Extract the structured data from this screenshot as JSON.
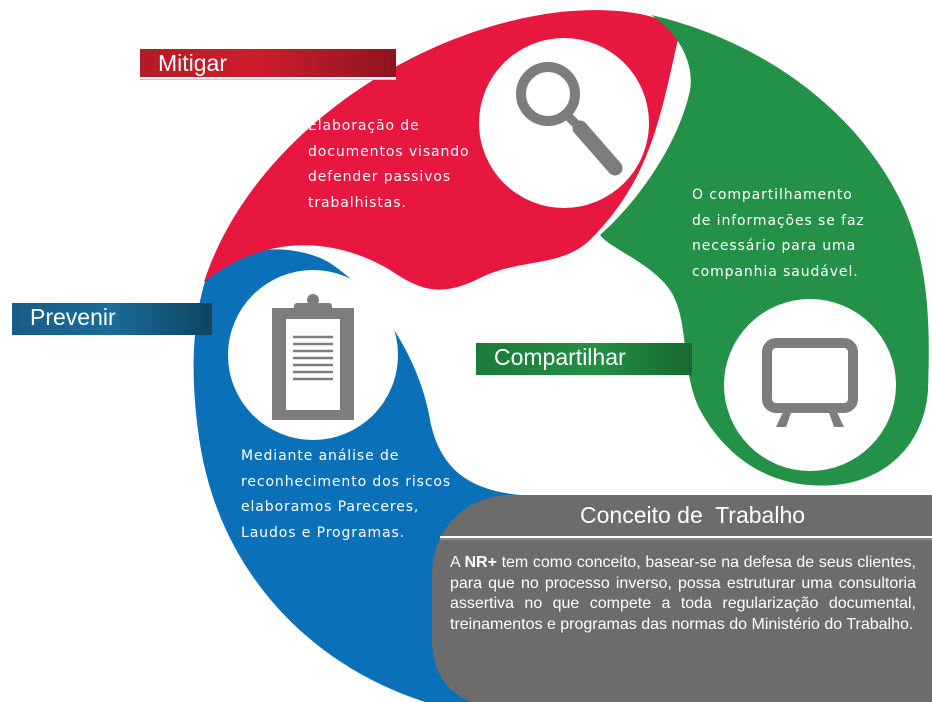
{
  "sections": {
    "mitigar": {
      "label": "Mitigar",
      "icon": "magnifier-icon",
      "color": "#e8173f",
      "lines": [
        "Elaboração de",
        "documentos visando",
        "defender passivos",
        "trabalhistas."
      ]
    },
    "prevenir": {
      "label": "Prevenir",
      "icon": "clipboard-icon",
      "color": "#0a70b8",
      "lines": [
        "Mediante análise de",
        "reconhecimento dos riscos",
        "elaboramos Pareceres,",
        "Laudos e Programas."
      ]
    },
    "compartilhar": {
      "label": "Compartilhar",
      "icon": "presentation-board-icon",
      "color": "#249149",
      "lines": [
        "O compartilhamento",
        "de informações se faz",
        "necessário para uma",
        "companhia saudável."
      ]
    }
  },
  "concept": {
    "title": "Conceito de  Trabalho",
    "prefix": "A ",
    "brand": "NR+",
    "text": " tem como conceito, basear-se na defesa de seus clientes, para que no processo inverso, possa estruturar uma consultoria assertiva no que compete a toda regularização documental, treinamentos e programas das normas do Ministério do Trabalho.",
    "color": "#6c6c6c"
  }
}
